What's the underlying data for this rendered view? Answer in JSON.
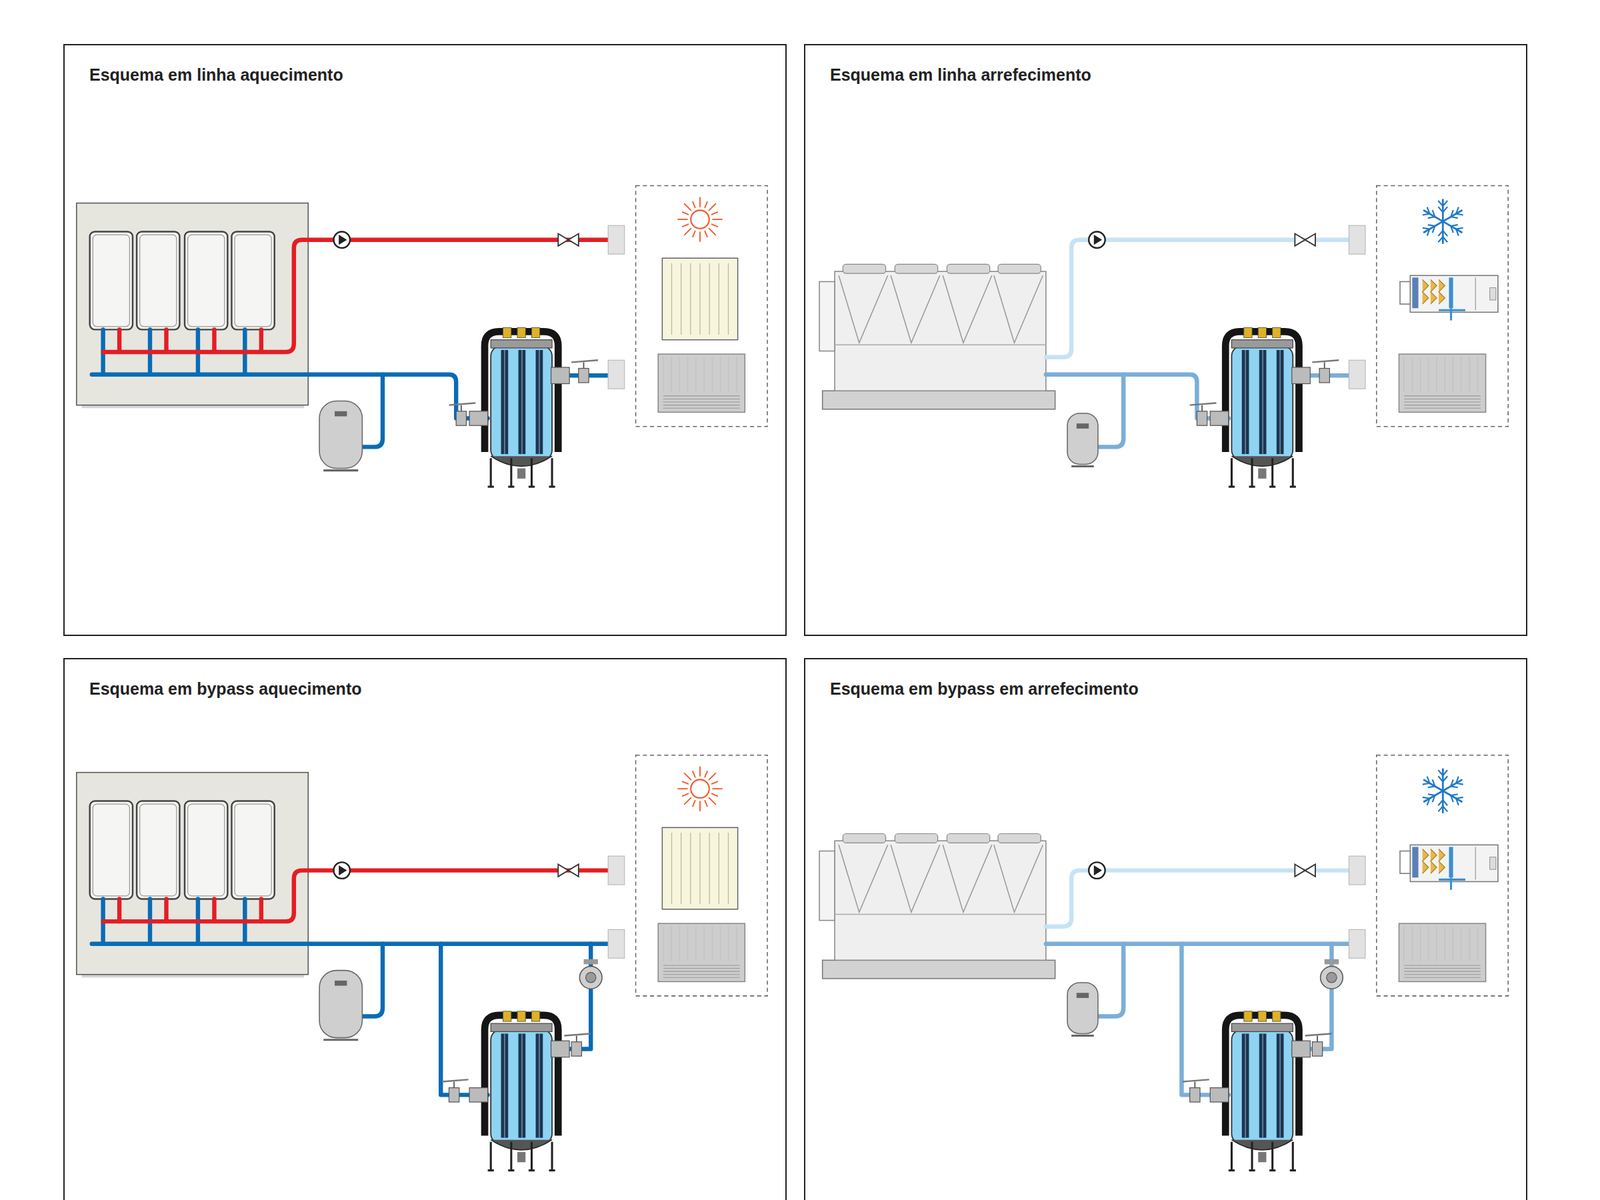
{
  "diagram": {
    "nodes": [
      {
        "text": [
          "Esquema em linha aquecimento"
        ]
      },
      {
        "text": [
          "Esquema em linha arrefecimento"
        ]
      },
      {
        "text": [
          "Esquema em bypass aquecimento"
        ]
      },
      {
        "text": [
          "Esquema em bypass em arrefecimento"
        ]
      }
    ]
  }
}
